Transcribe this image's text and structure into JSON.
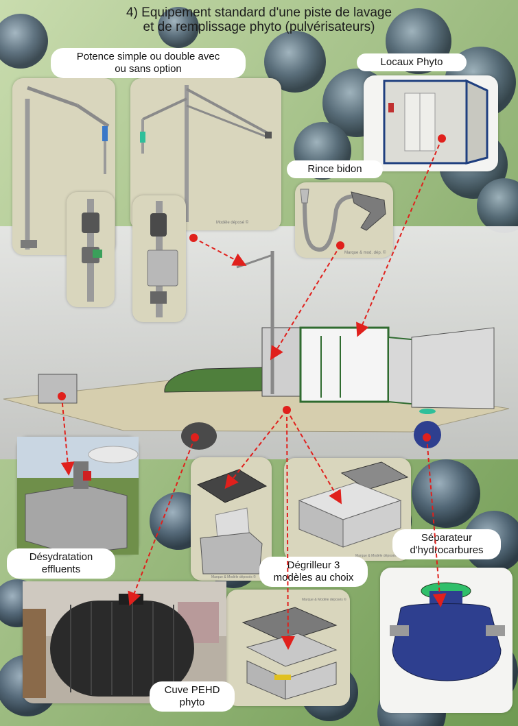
{
  "title": {
    "line1": "4) Equipement standard d'une piste de lavage",
    "line2": "et de remplissage phyto (pulvérisateurs)"
  },
  "labels": {
    "potence_line1": "Potence simple ou double avec",
    "potence_line2": "ou sans option",
    "locaux": "Locaux Phyto",
    "rince": "Rince bidon",
    "desydratation_line1": "Désydratation",
    "desydratation_line2": "effluents",
    "degrilleur_line1": "Dégrilleur 3",
    "degrilleur_line2": "modèles au choix",
    "separateur_line1": "Séparateur",
    "separateur_line2": "d'hydrocarbures",
    "cuve_line1": "Cuve PEHD",
    "cuve_line2": "phyto"
  },
  "watermarks": {
    "potence": "Modèle déposé ©",
    "rince": "Marque & mod. dép. ©",
    "degrilleur_a": "Marque & Modèle déposés ©",
    "degrilleur_b": "Marque & Modèle déposés ©",
    "degrilleur_c": "Marque & Modèle déposés ©"
  },
  "colors": {
    "arrow": "#e0201c",
    "dot": "#e0201c",
    "label_bg": "#ffffff",
    "panel_bg": "#d9d6bd",
    "cabin_green": "#2f6b2f",
    "tank_blue": "#2e3f8f"
  }
}
